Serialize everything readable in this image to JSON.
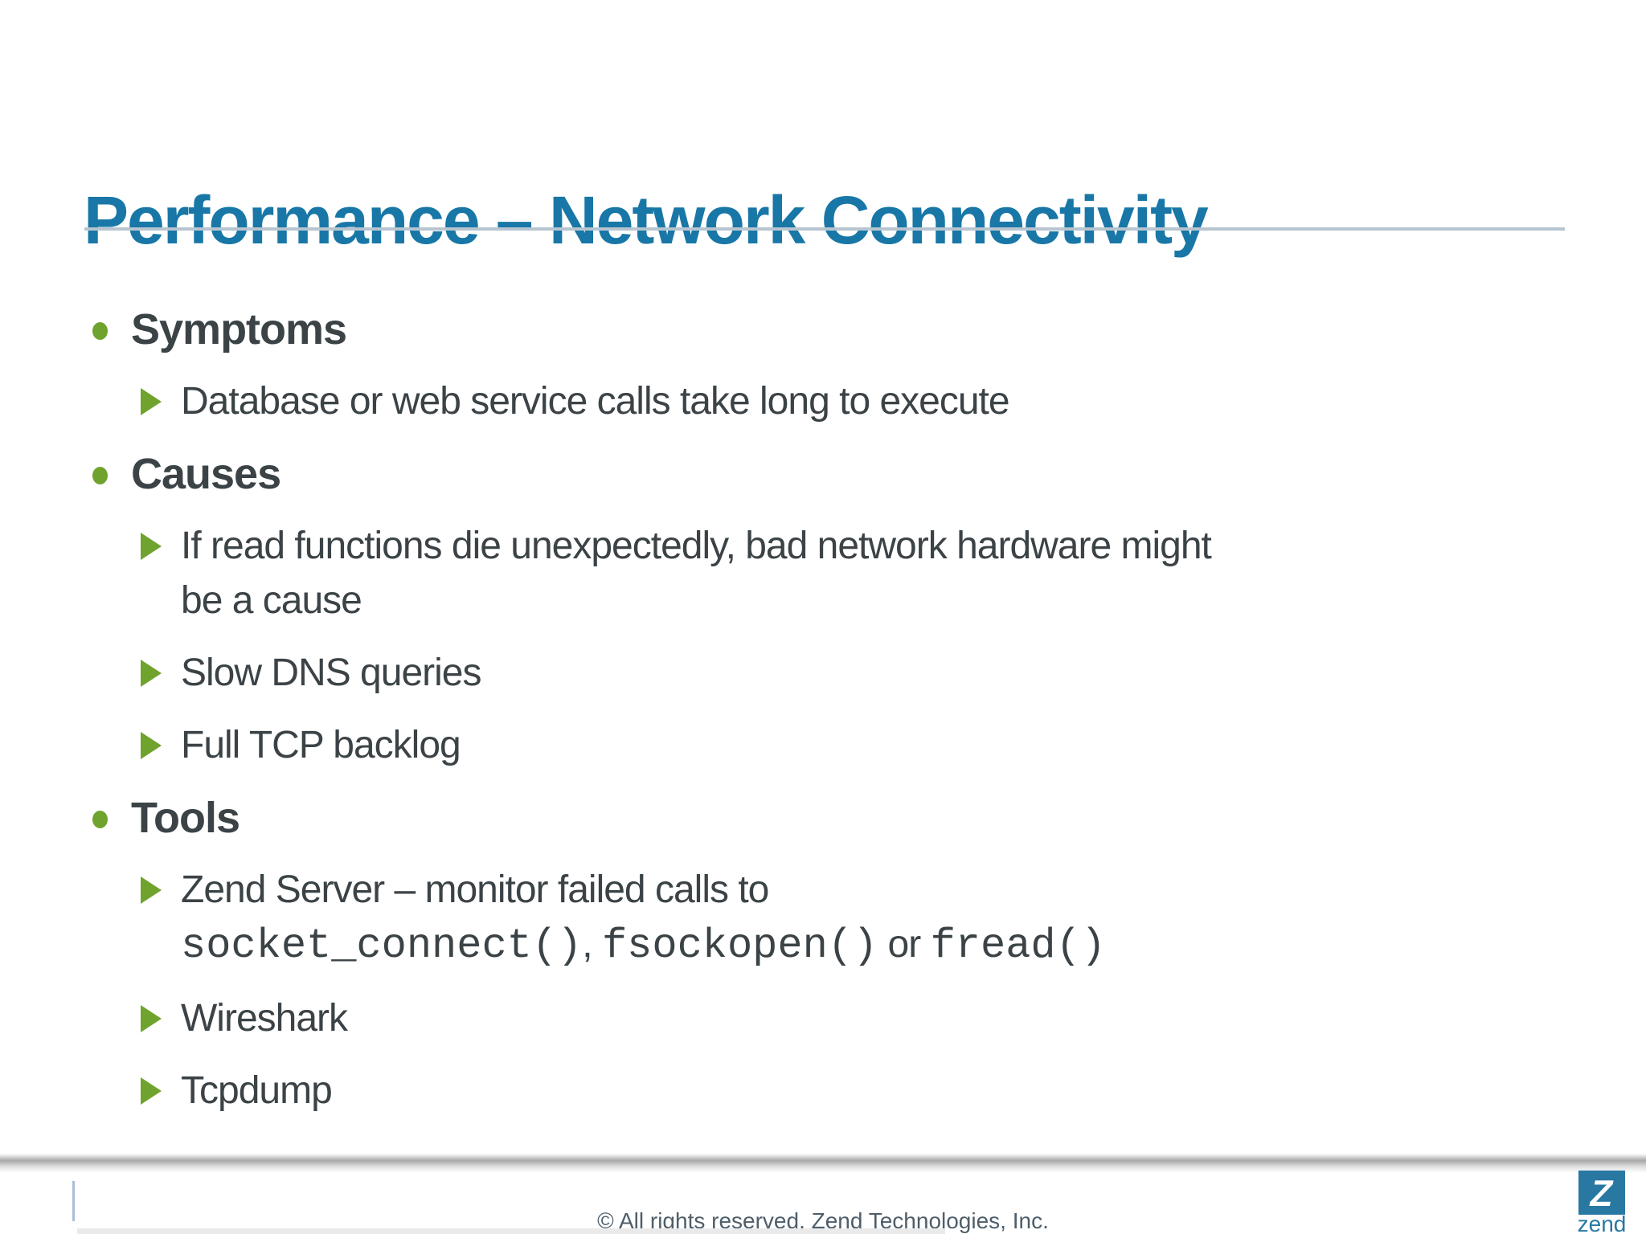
{
  "slide": {
    "title": "Performance – Network Connectivity",
    "bullets": [
      {
        "level": 1,
        "text": "Symptoms"
      },
      {
        "level": 2,
        "text": "Database or web service calls take long to execute"
      },
      {
        "level": 1,
        "text": "Causes"
      },
      {
        "level": 2,
        "line1": "If read functions die unexpectedly, bad network hardware might",
        "line2": "be a cause"
      },
      {
        "level": 2,
        "text": "Slow DNS queries"
      },
      {
        "level": 2,
        "text": "Full TCP backlog"
      },
      {
        "level": 1,
        "text": "Tools"
      },
      {
        "level": 2,
        "line1": "Zend Server – monitor failed calls to",
        "line2_segments": {
          "code1": "socket_connect()",
          "sep1": ", ",
          "code2": "fsockopen()",
          "sep2": " or ",
          "code3": "fread()"
        }
      },
      {
        "level": 2,
        "text": "Wireshark"
      },
      {
        "level": 2,
        "text": "Tcpdump"
      }
    ],
    "footer": {
      "copyright": "© All rights reserved. Zend Technologies, Inc.",
      "logo_letter": "Z",
      "logo_wordmark": "zend"
    }
  },
  "colors": {
    "title_blue": "#1877a6",
    "underline_gray_blue": "#b7c5d1",
    "body_text": "#3b4347",
    "bullet_green": "#70a32e",
    "footer_text": "#4e5e6a",
    "zend_logo_blue": "#2878a2",
    "footer_accent_line": "#aabed8"
  },
  "icons": {
    "level1_bullet": "dot-icon",
    "level2_bullet": "triangle-right-icon",
    "logo": "zend-logo"
  }
}
